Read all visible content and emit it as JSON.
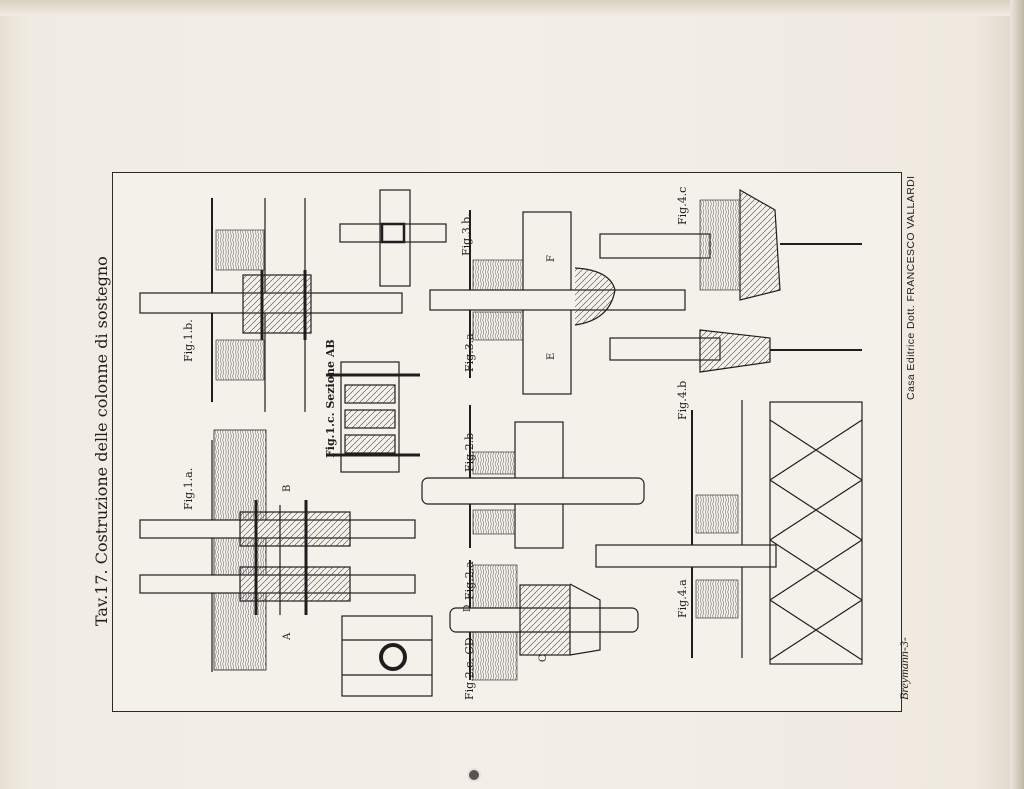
{
  "plate": {
    "title": "Tav.17. Costruzione delle colonne di sostegno",
    "publisher": "Casa Editrice Dott. FRANCESCO VALLARDI",
    "author": "Breymann-3-"
  },
  "figures": {
    "fig1a": "Fig.1.a.",
    "fig1b": "Fig.1.b.",
    "fig1c": "Fig.1.c. Sezione AB",
    "fig2a": "Fig.2.a",
    "fig2b": "Fig.2.b",
    "fig2c": "Fig.2.c. CD",
    "fig3a": "Fig.3.a",
    "fig3b": "Fig.3.b.",
    "fig4a": "Fig.4.a",
    "fig4b": "Fig.4.b",
    "fig4c": "Fig.4.c"
  },
  "letters": {
    "A": "A",
    "B": "B",
    "C": "C",
    "D": "D",
    "E": "E",
    "F": "F"
  }
}
